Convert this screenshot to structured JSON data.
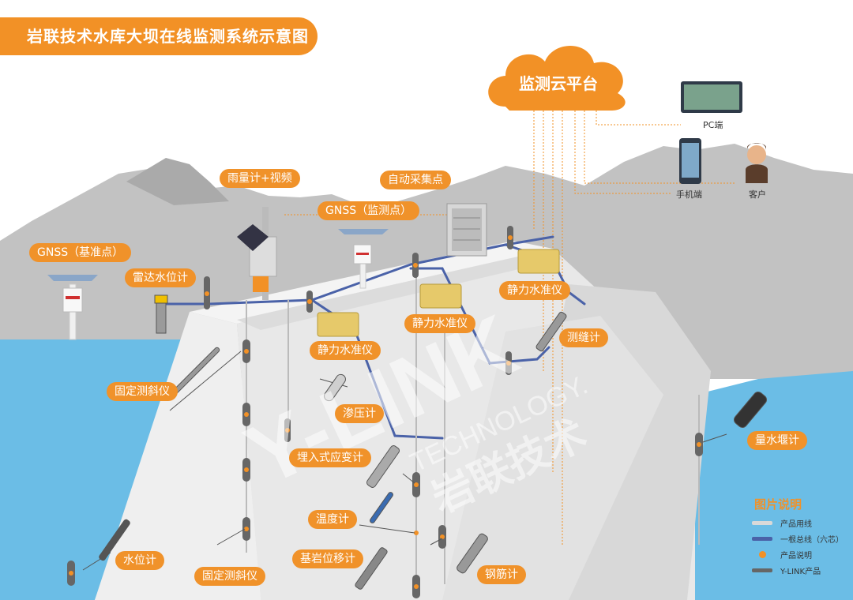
{
  "title": "岩联技术水库大坝在线监测系统示意图",
  "cloud_label": "监测云平台",
  "clients": {
    "pc": "PC端",
    "phone": "手机端",
    "customer": "客户"
  },
  "labels": {
    "rain_video": "雨量计+视频",
    "auto_collect": "自动采集点",
    "gnss_monitor": "GNSS（监测点）",
    "gnss_base": "GNSS（基准点）",
    "radar_level": "雷达水位计",
    "hydrostatic_1": "静力水准仪",
    "hydrostatic_2": "静力水准仪",
    "hydrostatic_3": "静力水准仪",
    "joint_meter": "测缝计",
    "fixed_inclinometer_1": "固定测斜仪",
    "piezometer": "渗压计",
    "strain_gauge": "埋入式应变计",
    "thermometer": "温度计",
    "bedrock_disp": "基岩位移计",
    "water_level": "水位计",
    "fixed_inclinometer_2": "固定测斜仪",
    "rebar_meter": "钢筋计",
    "weir_meter": "量水堰计"
  },
  "watermark": {
    "brand": "Y-LINK",
    "sub": "TECHNOLOGY.",
    "cn": "岩联技术"
  },
  "legend": {
    "title": "图片说明",
    "items": [
      {
        "text": "产品用线",
        "kind": "line",
        "color": "#d9d9d9"
      },
      {
        "text": "一根总线（六芯）",
        "kind": "line",
        "color": "#4a62a8"
      },
      {
        "text": "产品说明",
        "kind": "dot",
        "color": "#f29126"
      },
      {
        "text": "Y-LINK产品",
        "kind": "line",
        "color": "#666666"
      }
    ]
  },
  "colors": {
    "accent": "#f29126",
    "bus": "#4a62a8",
    "water": "#6bbde6",
    "mountain": "#bcbcbc",
    "dam": "#f0f0f0"
  }
}
